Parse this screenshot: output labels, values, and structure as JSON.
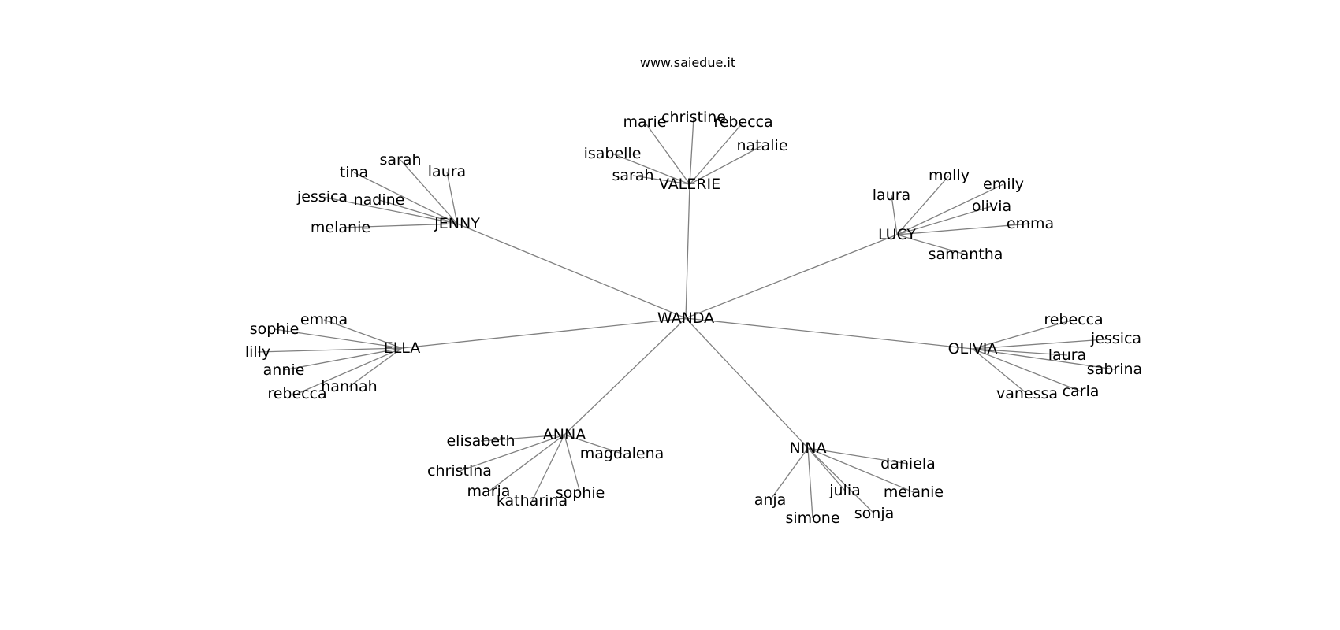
{
  "credit": "www.saiedue.it",
  "colors": {
    "edge": "#808080",
    "text": "#000000",
    "background": "#ffffff"
  },
  "center": "WANDA",
  "groups": [
    {
      "name": "VALERIE",
      "members": [
        "marie",
        "christine",
        "rebecca",
        "natalie",
        "isabelle",
        "sarah"
      ]
    },
    {
      "name": "JENNY",
      "members": [
        "sarah",
        "laura",
        "tina",
        "jessica",
        "nadine",
        "melanie"
      ]
    },
    {
      "name": "LUCY",
      "members": [
        "molly",
        "emily",
        "laura",
        "olivia",
        "emma",
        "samantha"
      ]
    },
    {
      "name": "ELLA",
      "members": [
        "emma",
        "sophie",
        "lilly",
        "annie",
        "hannah",
        "rebecca"
      ]
    },
    {
      "name": "OLIVIA",
      "members": [
        "rebecca",
        "jessica",
        "laura",
        "sabrina",
        "carla",
        "vanessa"
      ]
    },
    {
      "name": "ANNA",
      "members": [
        "elisabeth",
        "magdalena",
        "christina",
        "maria",
        "sophie",
        "katharina"
      ]
    },
    {
      "name": "NINA",
      "members": [
        "daniela",
        "julia",
        "melanie",
        "anja",
        "sonja",
        "simone"
      ]
    }
  ]
}
